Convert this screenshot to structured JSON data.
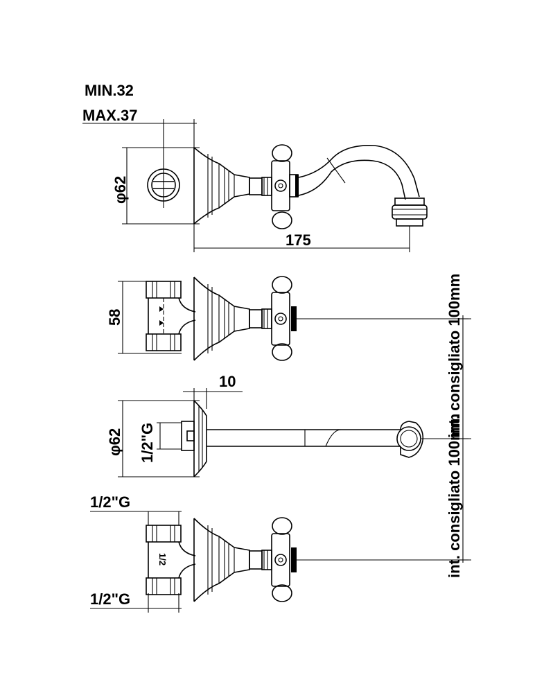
{
  "labels": {
    "min": "MIN.32",
    "max": "MAX.37",
    "dia_top": "φ62",
    "length": "175",
    "height_58": "58",
    "plate_10": "10",
    "dia_mid": "φ62",
    "thread_mid": "1/2\"G",
    "thread_bottom_top": "1/2\"G",
    "thread_bottom_low": "1/2\"G",
    "spacing_upper": "int. consigliato 100mm",
    "spacing_lower": "int. consigliato 100mm",
    "body_mark": "1/2"
  }
}
